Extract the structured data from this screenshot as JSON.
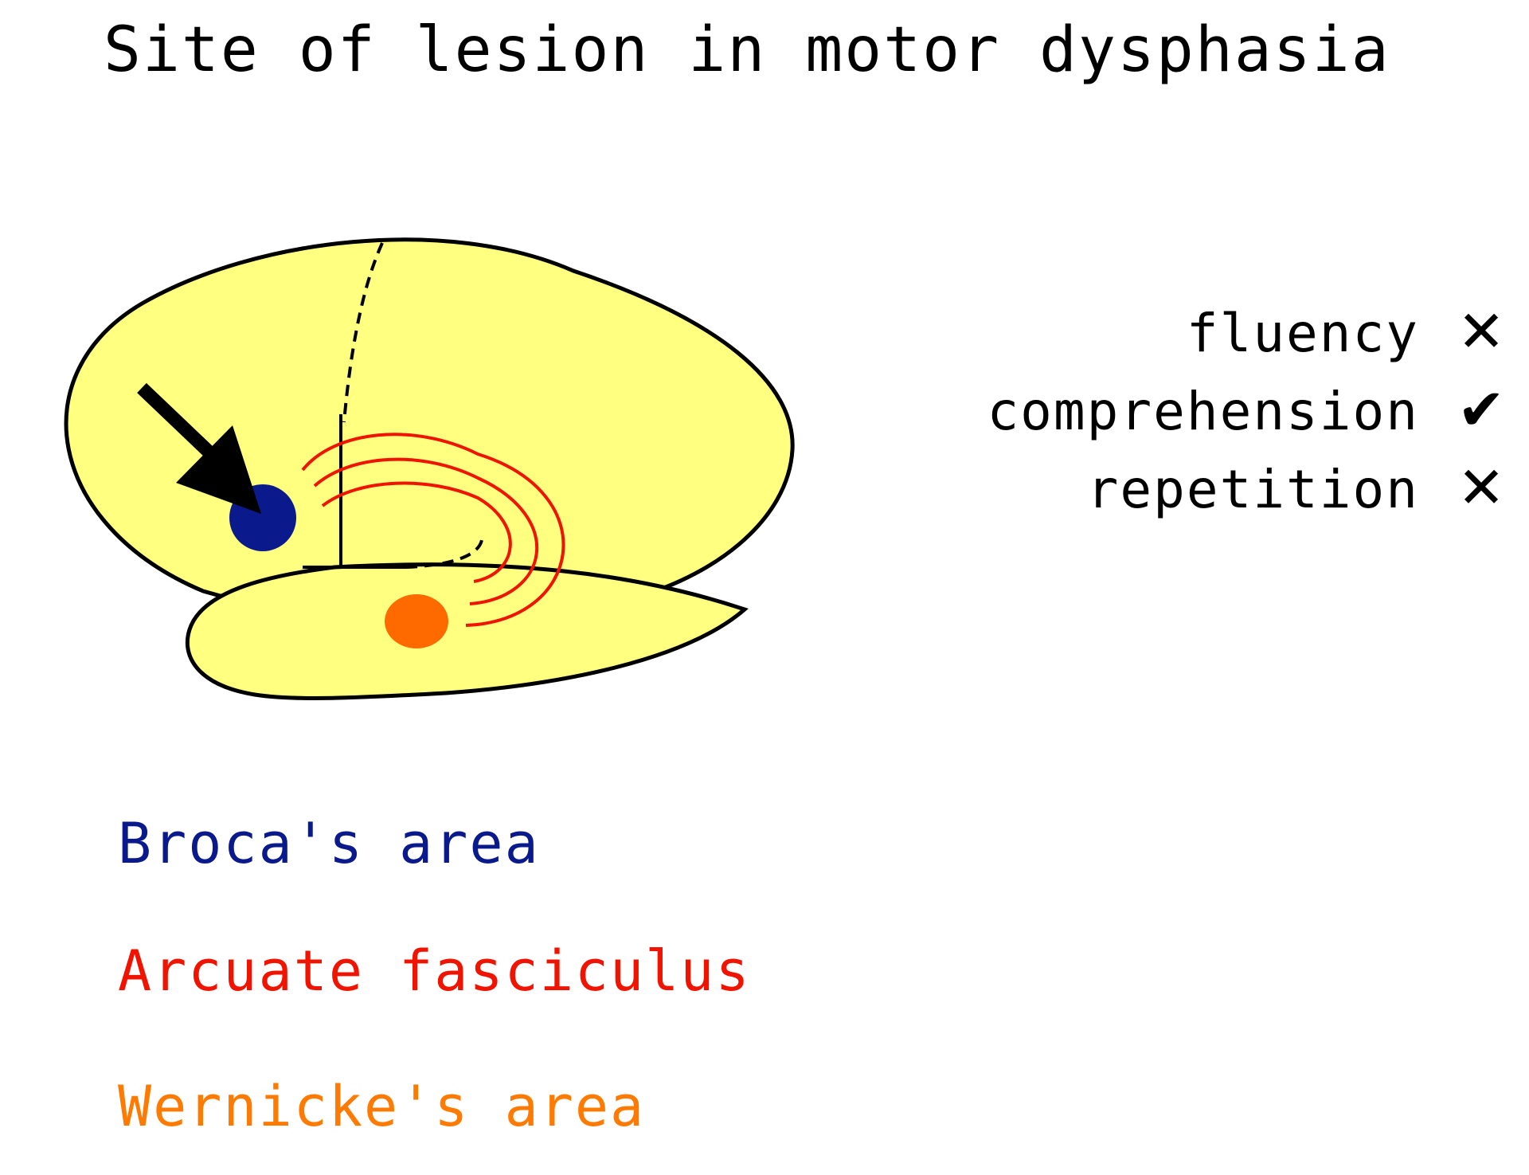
{
  "title": "Site of lesion in motor dysphasia",
  "findings": [
    {
      "label": "fluency",
      "mark": "✕",
      "mark_name": "cross-icon"
    },
    {
      "label": "comprehension",
      "mark": "✔",
      "mark_name": "check-icon"
    },
    {
      "label": "repetition",
      "mark": "✕",
      "mark_name": "cross-icon"
    }
  ],
  "legend": [
    {
      "label": "Broca's area",
      "color": "#0a1a8c"
    },
    {
      "label": "Arcuate fasciculus",
      "color": "#f01400"
    },
    {
      "label": "Wernicke's area",
      "color": "#ff7a00"
    }
  ],
  "colors": {
    "brain_fill": "#ffff80",
    "brocas_area": "#0a1a8c",
    "arcuate_fasciculus": "#f01400",
    "wernickes_area": "#ff6a00",
    "outline": "#000000"
  },
  "icons": {
    "lesion_pointer": "arrow-icon"
  }
}
